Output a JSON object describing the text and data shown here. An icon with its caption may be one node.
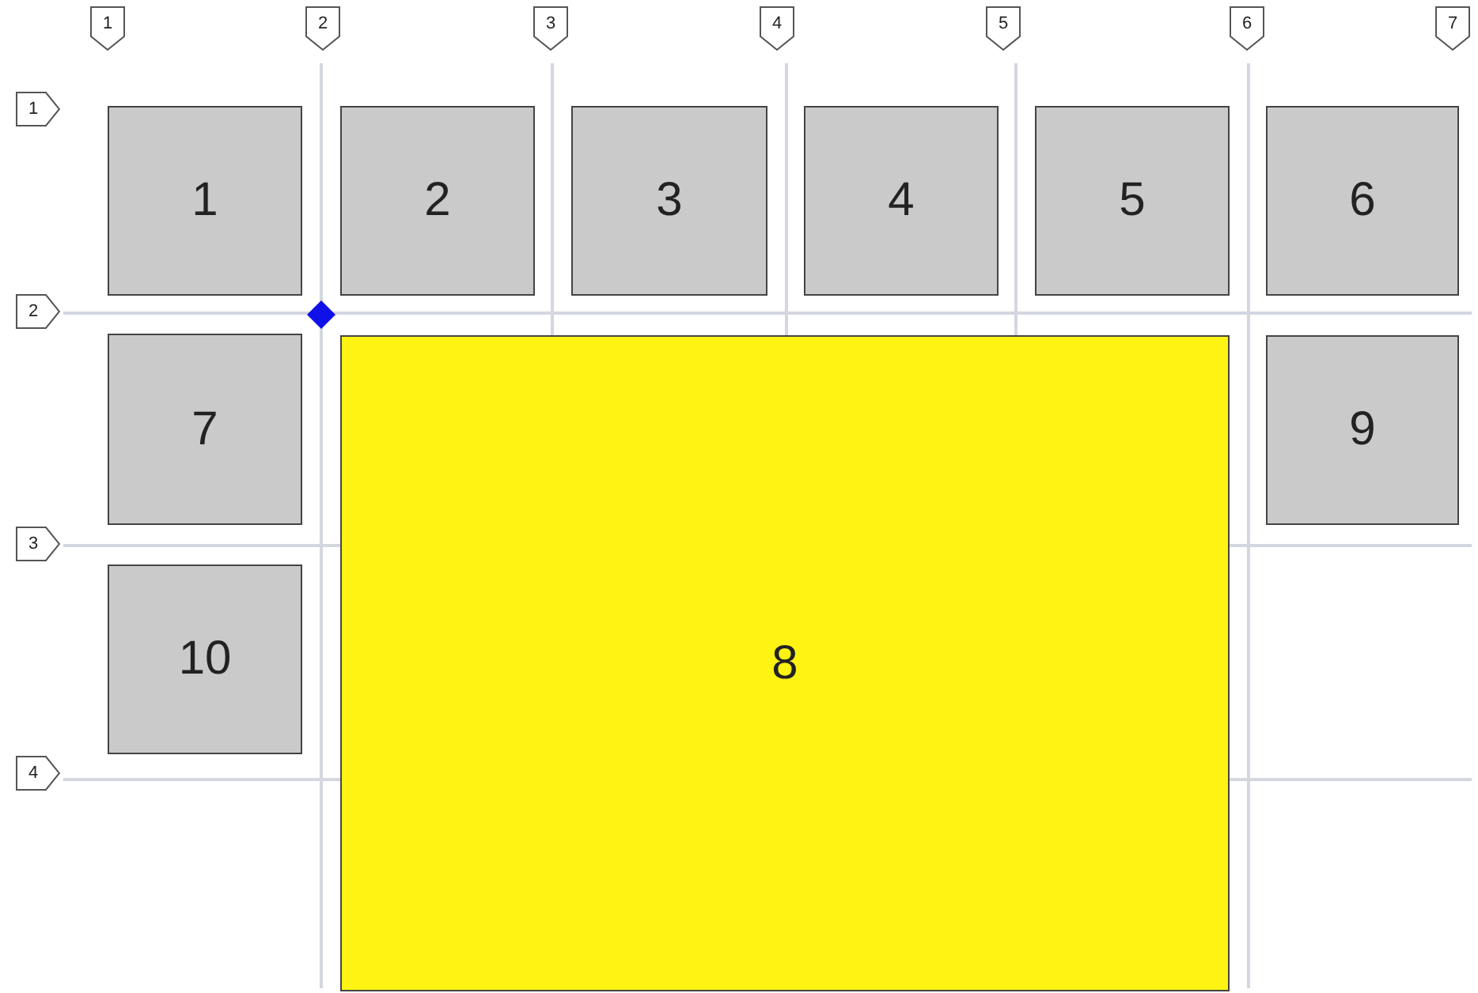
{
  "diagram": {
    "nodes": [
      {
        "text": [
          "1"
        ]
      },
      {
        "text": [
          "2"
        ]
      },
      {
        "text": [
          "3"
        ]
      },
      {
        "text": [
          "4"
        ]
      },
      {
        "text": [
          "5"
        ]
      },
      {
        "text": [
          "6"
        ]
      },
      {
        "text": [
          "7"
        ]
      },
      {
        "text": [
          "1"
        ]
      },
      {
        "text": [
          "1"
        ]
      },
      {
        "text": [
          "2"
        ]
      },
      {
        "text": [
          "3"
        ]
      },
      {
        "text": [
          "4"
        ]
      },
      {
        "text": [
          "5"
        ]
      },
      {
        "text": [
          "6"
        ]
      },
      {
        "text": [
          "2"
        ]
      },
      {
        "text": [
          "7"
        ]
      },
      {
        "text": [
          "8"
        ]
      },
      {
        "text": [
          "9"
        ]
      },
      {
        "text": [
          "3"
        ]
      },
      {
        "text": [
          "10"
        ]
      },
      {
        "text": [
          "4"
        ]
      }
    ],
    "edges": []
  }
}
